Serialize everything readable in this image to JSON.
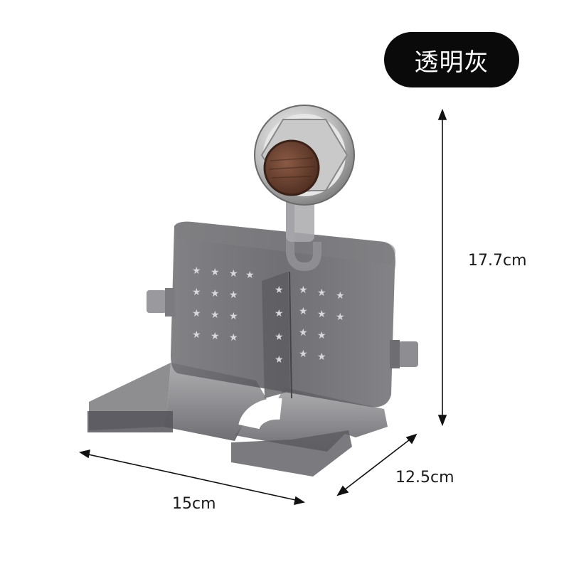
{
  "badge": {
    "text": "透明灰",
    "bg_color": "#0a0a0a",
    "text_color": "#ffffff"
  },
  "dimensions": {
    "height": "17.7cm",
    "depth": "12.5cm",
    "width": "15cm"
  },
  "product": {
    "color": "#5b5b5e",
    "accent_color": "#6b3f2e"
  }
}
